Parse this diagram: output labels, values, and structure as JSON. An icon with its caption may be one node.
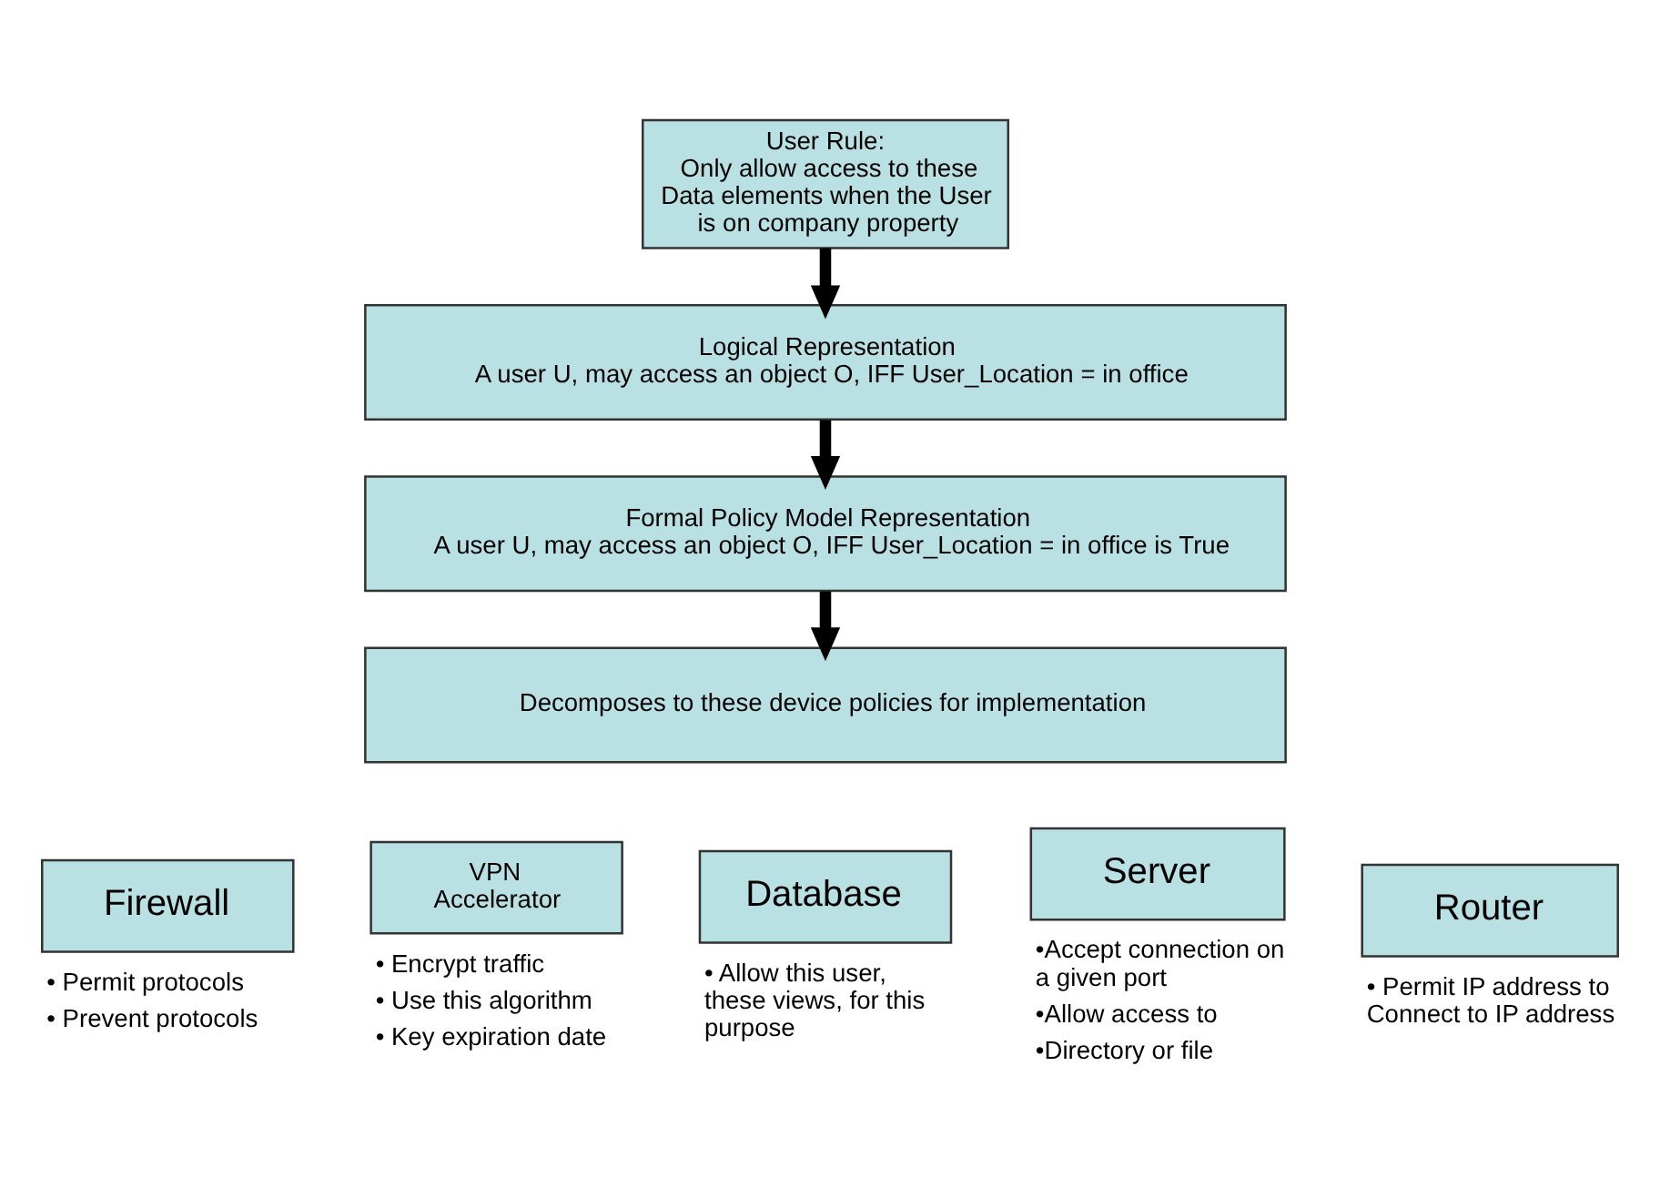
{
  "diagram": {
    "nodes": [
      {
        "text": [
          "User Rule:",
          "Only allow access to these Data elements when the User is on company property"
        ]
      },
      {
        "text": [
          "Logical Representation",
          "A user U, may access an object O, IFF User_Location = in office"
        ]
      },
      {
        "text": [
          "Formal Policy Model Representation",
          "A user U, may access an object O, IFF User_Location = in office is True"
        ]
      },
      {
        "text": [
          "Decomposes to these device policies for implementation"
        ]
      },
      {
        "text": [
          "Firewall"
        ],
        "beside": [
          "• Permit protocols",
          "• Prevent protocols"
        ]
      },
      {
        "text": [
          "VPN Accelerator"
        ],
        "beside": [
          "• Encrypt traffic",
          "• Use this algorithm",
          "• Key expiration date"
        ]
      },
      {
        "text": [
          "Database"
        ],
        "beside": [
          "• Allow this user, these views, for this purpose"
        ]
      },
      {
        "text": [
          "Server"
        ],
        "beside": [
          "•Accept connection on a given port",
          "•Allow access to",
          "•Directory or file"
        ]
      },
      {
        "text": [
          "Router"
        ],
        "beside": [
          "• Permit IP address to Connect to IP address"
        ]
      }
    ],
    "edges": [
      {
        "from": 0,
        "to": 1,
        "arrow": "to"
      },
      {
        "from": 1,
        "to": 2,
        "arrow": "to"
      },
      {
        "from": 2,
        "to": 3,
        "arrow": "to"
      }
    ]
  }
}
